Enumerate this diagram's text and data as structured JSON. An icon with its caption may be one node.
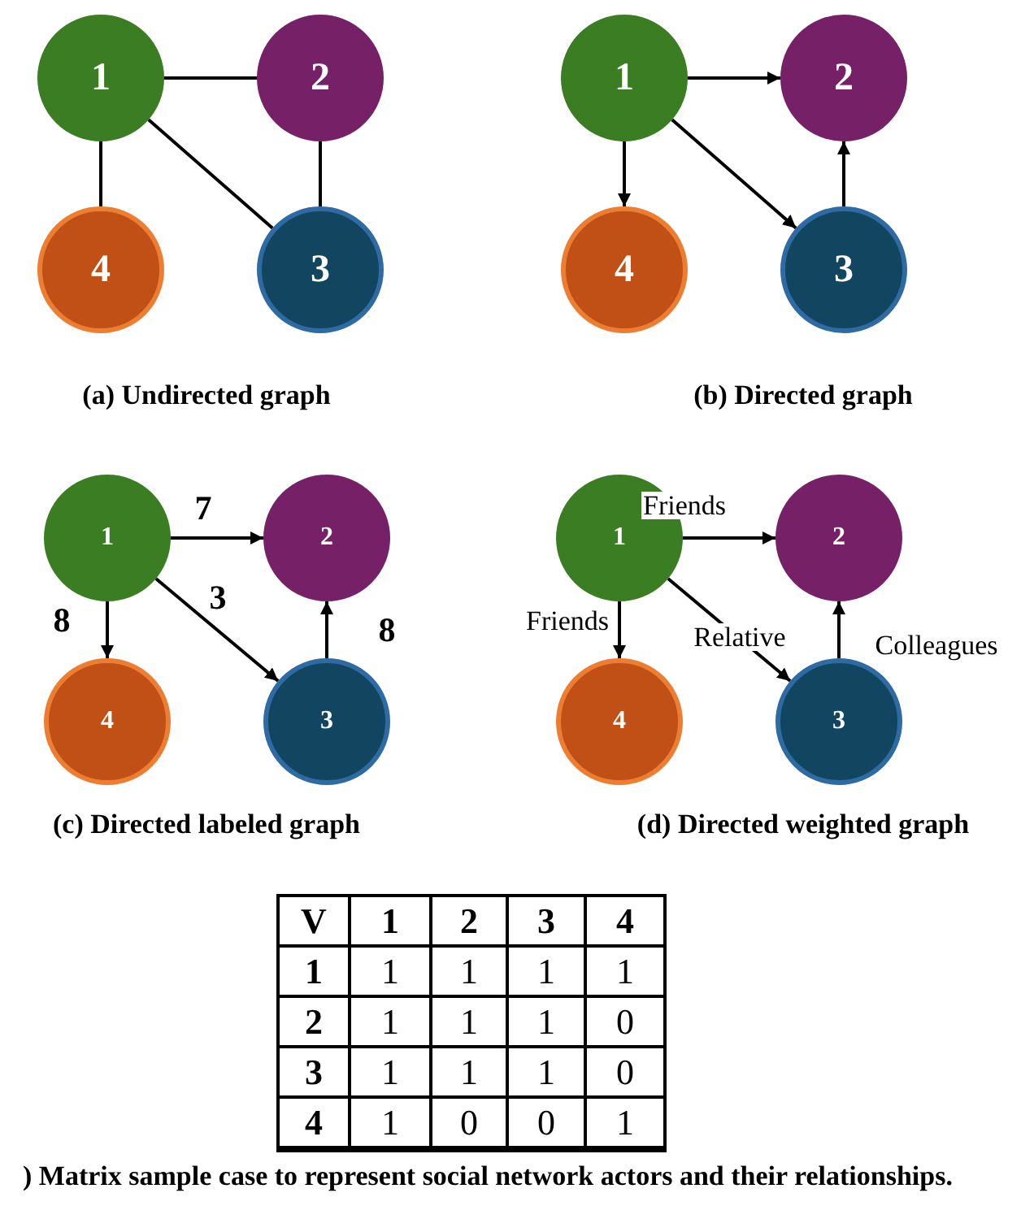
{
  "diagram": {
    "caption": ") Matrix sample case to represent social network actors and their relationships.",
    "nodes": [
      {
        "text": [
          "1"
        ]
      },
      {
        "text": [
          "2"
        ]
      },
      {
        "text": [
          "4"
        ]
      },
      {
        "text": [
          "3"
        ]
      },
      {
        "text": [
          "1"
        ]
      },
      {
        "text": [
          "2"
        ]
      },
      {
        "text": [
          "4"
        ]
      },
      {
        "text": [
          "3"
        ]
      },
      {
        "text": [
          "1"
        ]
      },
      {
        "text": [
          "2"
        ]
      },
      {
        "text": [
          "4"
        ]
      },
      {
        "text": [
          "3"
        ]
      },
      {
        "text": [
          "1"
        ]
      },
      {
        "text": [
          "2"
        ]
      },
      {
        "text": [
          "4"
        ]
      },
      {
        "text": [
          "3"
        ]
      }
    ],
    "edges": [
      {
        "from": 0,
        "to": 1,
        "arrow": "none"
      },
      {
        "from": 0,
        "to": 2,
        "arrow": "none"
      },
      {
        "from": 1,
        "to": 3,
        "arrow": "none"
      },
      {
        "from": 0,
        "to": 3,
        "arrow": "none"
      },
      {
        "from": 4,
        "to": 5,
        "arrow": "to"
      },
      {
        "from": 4,
        "to": 6,
        "arrow": "to"
      },
      {
        "from": 4,
        "to": 7,
        "arrow": "to"
      },
      {
        "from": 7,
        "to": 5,
        "arrow": "to"
      },
      {
        "from": 8,
        "to": 9,
        "arrow": "to",
        "label": "7"
      },
      {
        "from": 8,
        "to": 10,
        "arrow": "to",
        "label": "8"
      },
      {
        "from": 8,
        "to": 11,
        "arrow": "to",
        "label": "3"
      },
      {
        "from": 11,
        "to": 9,
        "arrow": "to",
        "label": "8"
      },
      {
        "from": 12,
        "to": 13,
        "arrow": "to",
        "label": "Friends"
      },
      {
        "from": 12,
        "to": 14,
        "arrow": "to",
        "label": "Friends"
      },
      {
        "from": 12,
        "to": 15,
        "arrow": "to",
        "label": "Relative"
      },
      {
        "from": 15,
        "to": 13,
        "arrow": "to",
        "label": "Colleagues"
      }
    ],
    "labels": [
      "(a) Undirected graph",
      "(b) Directed graph",
      "(c) Directed labeled graph",
      "(d) Directed weighted graph",
      "V",
      "1",
      "2",
      "3",
      "4",
      "1",
      "1",
      "1",
      "1",
      "1",
      "2",
      "1",
      "1",
      "1",
      "0",
      "3",
      "1",
      "1",
      "1",
      "0",
      "4",
      "1",
      "0",
      "0",
      "1"
    ]
  }
}
